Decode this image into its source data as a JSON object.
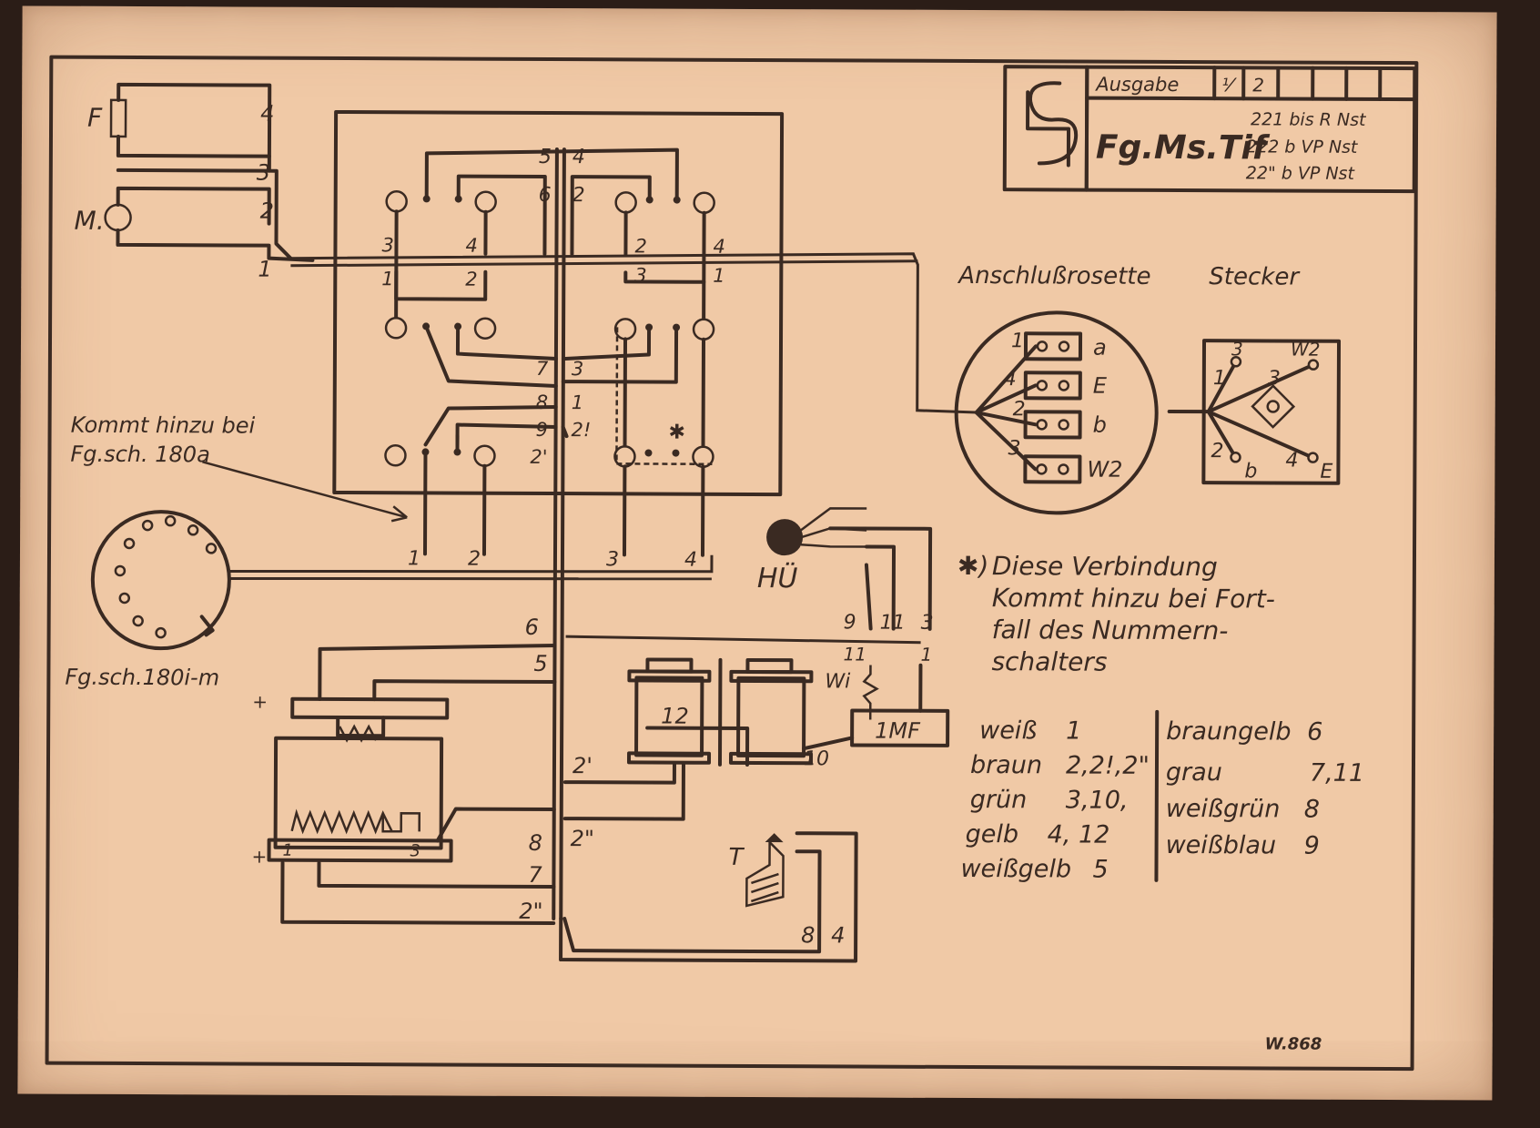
{
  "title_block": {
    "ausgabe_label": "Ausgabe",
    "ausgabe_cells": [
      "⅟",
      "2",
      "",
      "",
      "",
      ""
    ],
    "model": "Fg.Ms.Tif",
    "variants": [
      "221 bis R Nst",
      "222 b VP Nst",
      "22\" b VP Nst"
    ]
  },
  "labels": {
    "fuse": "F",
    "motor": "M.",
    "kommt_hinzu": [
      "Kommt hinzu bei",
      "Fg.sch. 180a"
    ],
    "dial_caption": "Fg.sch.180i-m",
    "handset_hook": "HÜ",
    "resistor": "Wi",
    "mf": "1MF",
    "taste": "T",
    "anschlussrosette": "Anschlußrosette",
    "stecker": "Stecker",
    "drawing_number": "W.868"
  },
  "footnote": {
    "marker": "✱)",
    "lines": [
      "Diese Verbindung",
      "Kommt hinzu bei Fort-",
      "fall des Nummern-",
      "schalters"
    ]
  },
  "rosette": {
    "wires": [
      "1",
      "4",
      "2",
      "3"
    ],
    "terminals": [
      "a",
      "E",
      "b",
      "W2"
    ]
  },
  "stecker": {
    "pins": [
      "3",
      "W2",
      "1",
      "3",
      "2",
      "b",
      "4",
      "E"
    ]
  },
  "color_legend": {
    "left": [
      {
        "color": "weiß",
        "wires": "1"
      },
      {
        "color": "braun",
        "wires": "2,2!,2\""
      },
      {
        "color": "grün",
        "wires": "3,10,"
      },
      {
        "color": "gelb",
        "wires": "4, 12"
      },
      {
        "color": "weißgelb",
        "wires": "5"
      }
    ],
    "right": [
      {
        "color": "braungelb",
        "wires": "6"
      },
      {
        "color": "grau",
        "wires": "7,11"
      },
      {
        "color": "weißgrün",
        "wires": "8"
      },
      {
        "color": "weißblau",
        "wires": "9"
      }
    ]
  },
  "wire_numbers": {
    "fm": [
      "4",
      "3",
      "2",
      "1"
    ],
    "switch_top": [
      "5",
      "4",
      "6",
      "2"
    ],
    "switch_left": [
      "3",
      "4",
      "1",
      "2"
    ],
    "switch_right": [
      "2",
      "4",
      "3",
      "1"
    ],
    "switch_mid": [
      "7",
      "3",
      "8",
      "1",
      "9",
      "2!",
      "2'",
      "✱"
    ],
    "bus": [
      "1",
      "2",
      "3",
      "4"
    ],
    "hu": [
      "9",
      "11",
      "3",
      "11",
      "1"
    ],
    "lower": [
      "6",
      "5",
      "2'",
      "12",
      "10",
      "2\"",
      "8",
      "7",
      "2\"",
      "8",
      "4"
    ],
    "battery": [
      "+",
      "+",
      "1",
      "3"
    ]
  },
  "colors": {
    "paper": "#f0c9a6",
    "ink": "#3a2a22",
    "background": "#2b1d17"
  }
}
